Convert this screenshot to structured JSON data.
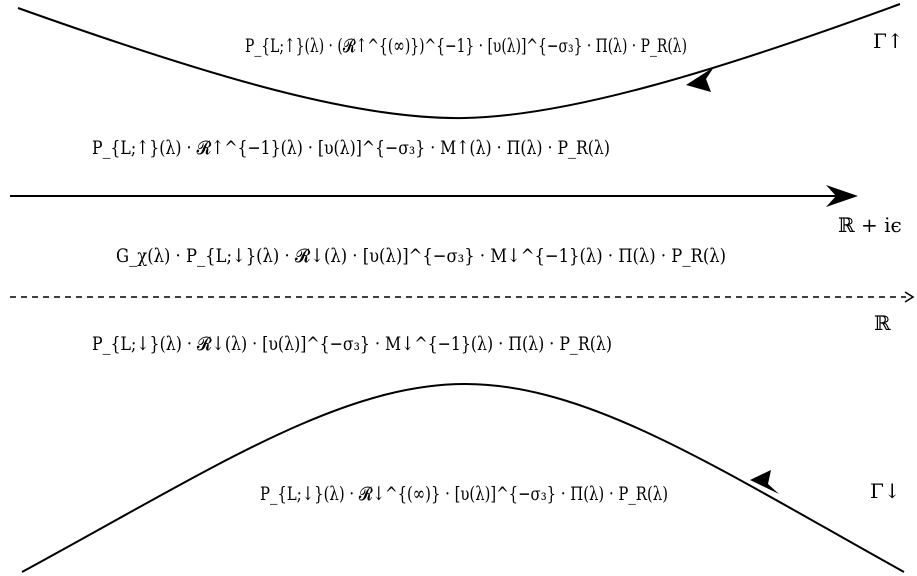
{
  "contours": {
    "gamma_up_label": "Γ↑",
    "gamma_down_label": "Γ↓",
    "shifted_axis_label": "ℝ + iϵ",
    "real_axis_label": "ℝ"
  },
  "regions": {
    "above_gamma_up": "P_{L;↑}(λ) · (𝓡↑^{(∞)})^{−1} · [υ(λ)]^{−σ₃} · Π(λ) · P_R(λ)",
    "between_gamma_up_and_shifted_axis": "P_{L;↑}(λ) · 𝓡↑^{−1}(λ) · [υ(λ)]^{−σ₃} · M↑(λ) · Π(λ) · P_R(λ)",
    "between_shifted_axis_and_real_axis": "G_χ(λ) · P_{L;↓}(λ) · 𝓡↓(λ) · [υ(λ)]^{−σ₃} · M↓^{−1}(λ) · Π(λ) · P_R(λ)",
    "between_real_axis_and_gamma_down": "P_{L;↓}(λ) · 𝓡↓(λ) · [υ(λ)]^{−σ₃} · M↓^{−1}(λ) · Π(λ) · P_R(λ)",
    "below_gamma_down": "P_{L;↓}(λ) · 𝓡↓^{(∞)} · [υ(λ)]^{−σ₃} · Π(λ) · P_R(λ)"
  },
  "colors": {
    "ink": "#000000",
    "background": "#ffffff"
  }
}
